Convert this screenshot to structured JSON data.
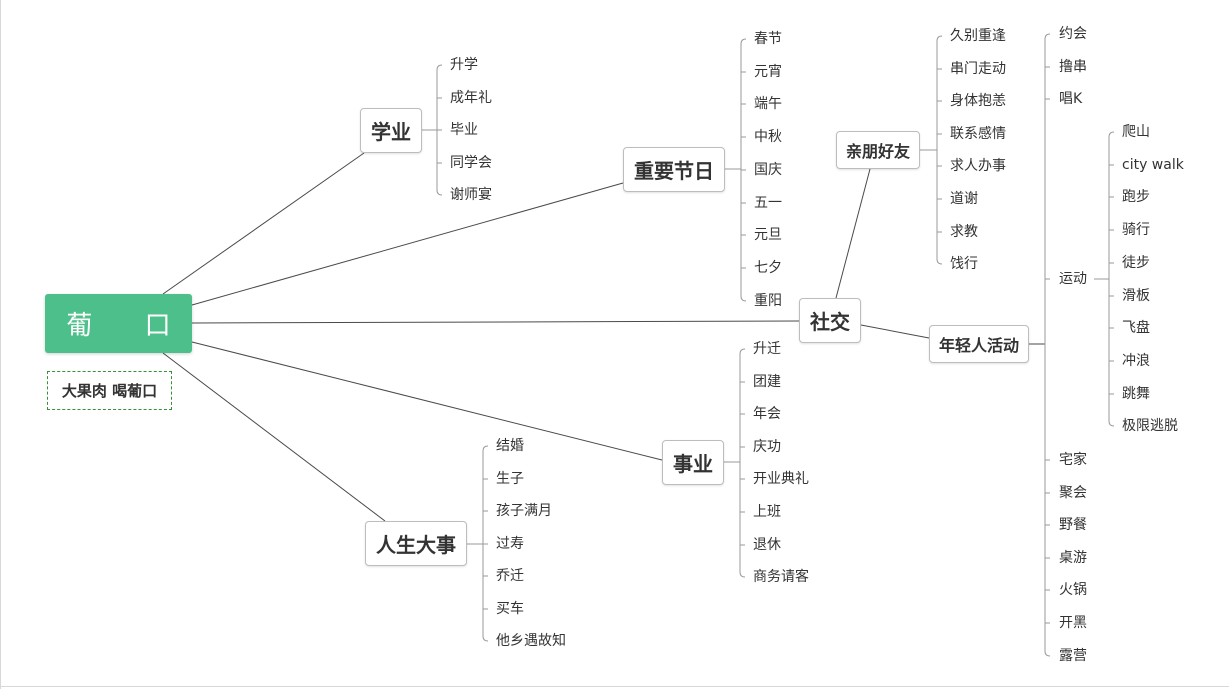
{
  "root": {
    "label": "葡 口",
    "note": "大果肉 喝葡口"
  },
  "colors": {
    "root_fill": "#4dbf8a",
    "line": "#4a4a4a",
    "bracket": "#9a9a9a",
    "callout_border": "#3a8f3a"
  },
  "branches": {
    "study": {
      "label": "学业",
      "items": [
        "升学",
        "成年礼",
        "毕业",
        "同学会",
        "谢师宴"
      ]
    },
    "festivals": {
      "label": "重要节日",
      "items": [
        "春节",
        "元宵",
        "端午",
        "中秋",
        "国庆",
        "五一",
        "元旦",
        "七夕",
        "重阳"
      ]
    },
    "social": {
      "label": "社交",
      "friends": {
        "label": "亲朋好友",
        "items": [
          "久别重逢",
          "串门走动",
          "身体抱恙",
          "联系感情",
          "求人办事",
          "道谢",
          "求教",
          "饯行"
        ]
      },
      "youth": {
        "label": "年轻人活动",
        "items_top": [
          "约会",
          "撸串",
          "唱K"
        ],
        "sport": {
          "label": "运动",
          "items": [
            "爬山",
            "city walk",
            "跑步",
            "骑行",
            "徒步",
            "滑板",
            "飞盘",
            "冲浪",
            "跳舞",
            "极限逃脱"
          ]
        },
        "items_bottom": [
          "宅家",
          "聚会",
          "野餐",
          "桌游",
          "火锅",
          "开黑",
          "露营"
        ]
      }
    },
    "career": {
      "label": "事业",
      "items": [
        "升迁",
        "团建",
        "年会",
        "庆功",
        "开业典礼",
        "上班",
        "退休",
        "商务请客"
      ]
    },
    "life": {
      "label": "人生大事",
      "items": [
        "结婚",
        "生子",
        "孩子满月",
        "过寿",
        "乔迁",
        "买车",
        "他乡遇故知"
      ]
    }
  }
}
